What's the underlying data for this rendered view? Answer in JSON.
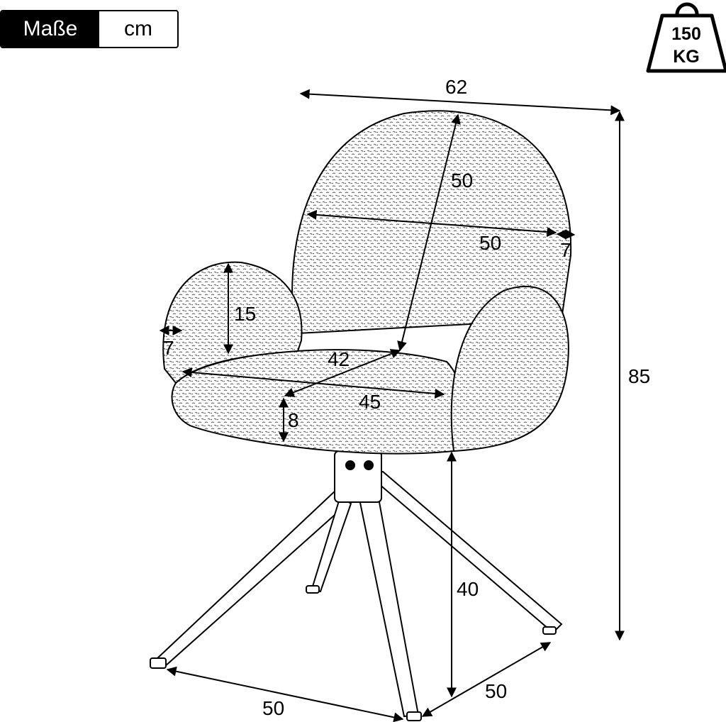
{
  "units": {
    "label": "Maße",
    "value": "cm"
  },
  "weight": {
    "line1": "150",
    "line2": "KG"
  },
  "dimensions": {
    "overall_width": "62",
    "overall_height": "85",
    "backrest_height": "50",
    "backrest_width": "50",
    "backrest_thickness": "7",
    "armrest_height": "15",
    "armrest_thickness": "7",
    "seat_depth": "42",
    "seat_width": "45",
    "seat_cushion_thickness": "8",
    "seat_height": "40",
    "base_width_front": "50",
    "base_width_side": "50"
  }
}
